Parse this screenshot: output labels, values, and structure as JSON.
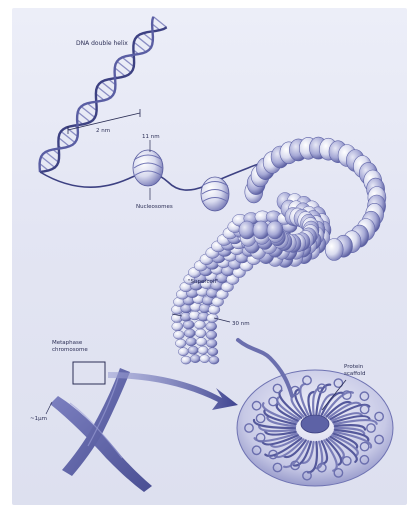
{
  "labels": {
    "dna_helix": "DNA double helix",
    "helix_width": "2 nm",
    "nucleosome_width": "11 nm",
    "nucleosomes": "Nucleosomes",
    "supercoil": "\"Supercoil\"",
    "fiber_width": "30 nm",
    "metaphase_chromosome": "Metaphase chromosome",
    "chromosome_width": "~1µm",
    "protein_scaffold": "Protein scaffold"
  },
  "colors": {
    "background": "#e4e6f3",
    "ink": "#2b2e55",
    "fill_light": "#f4f4fb",
    "fill_mid": "#b9bce0",
    "fill_dark": "#6b6fae",
    "chromosome": "#5d62a6"
  }
}
